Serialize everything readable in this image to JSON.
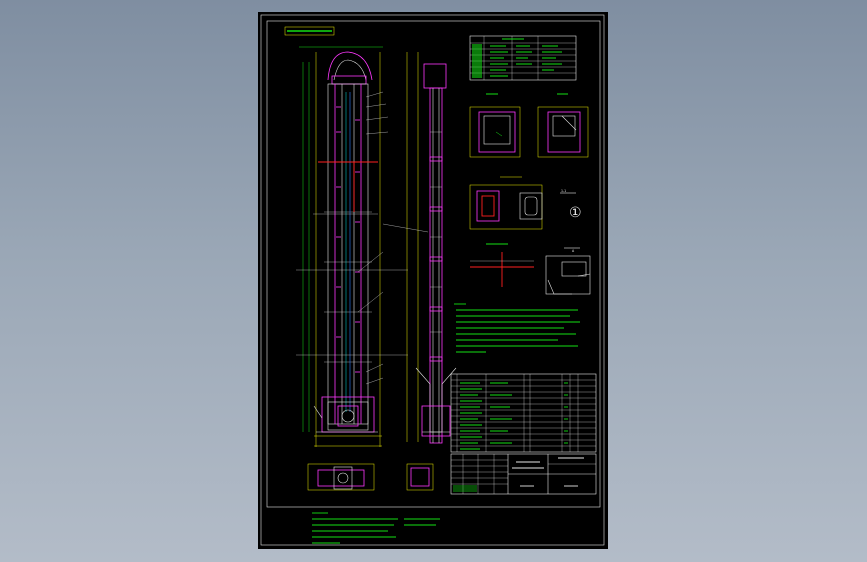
{
  "drawing": {
    "circle_marker": "①",
    "section_label": "1-1",
    "view_letter": "A",
    "colors": {
      "background": "#000000",
      "frame": "#e6e6e6",
      "outline": "#ff38ff",
      "annotation": "#14e014",
      "dimension": "#f0f000",
      "centerline": "#ff2020",
      "detail": "#00e0e0"
    }
  }
}
